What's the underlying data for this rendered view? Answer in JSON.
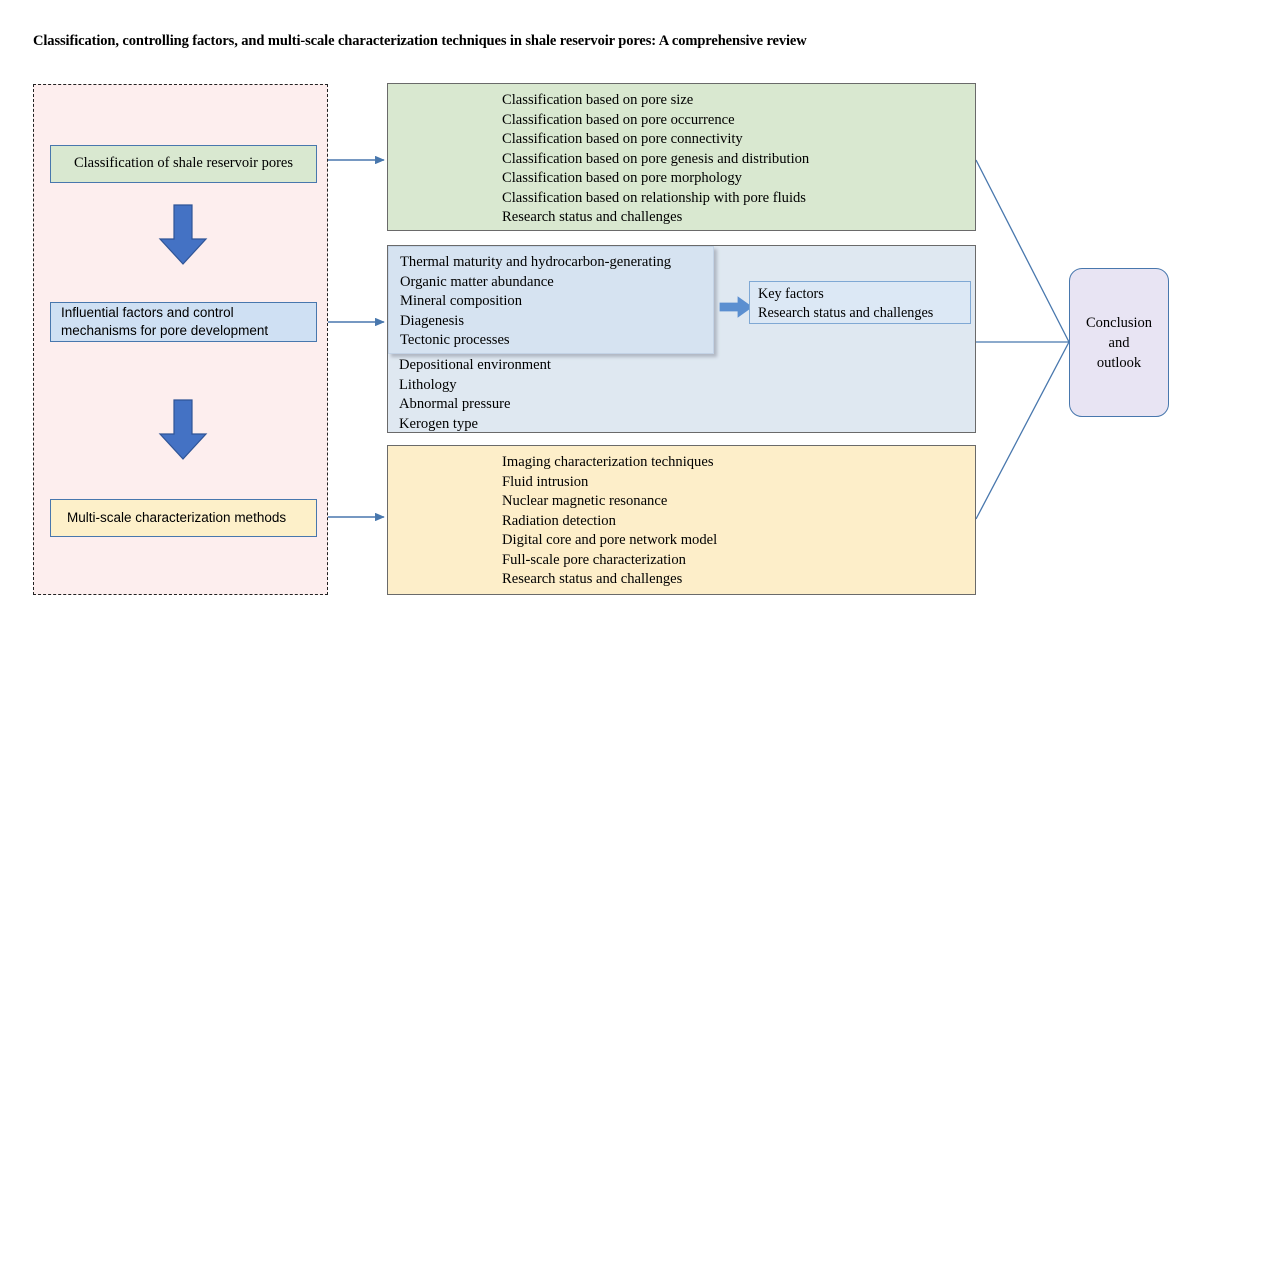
{
  "title": "Classification, controlling factors, and multi-scale characterization techniques in shale reservoir pores: A comprehensive review",
  "colors": {
    "green_fill": "#d9e8d0",
    "blue_fill": "#dfe8f1",
    "blue_subbox_fill": "#d6e3f1",
    "yellow_fill": "#fdeec9",
    "pink_container_fill": "#fdeeee",
    "conclusion_fill": "#e8e4f3",
    "arrow_blue": "#4472c4",
    "connector_blue": "#4877ad",
    "border_gray": "#6a6a6a",
    "dashed_border": "#222222"
  },
  "left_column": {
    "container_style": "dashed",
    "stages": [
      {
        "id": "classification",
        "label": "Classification of shale reservoir pores",
        "fill": "#d9e8d0"
      },
      {
        "id": "influential",
        "label": "Influential factors and control mechanisms for pore development",
        "fill": "#cfe0f3"
      },
      {
        "id": "multiscale",
        "label": "Multi-scale characterization methods",
        "fill": "#fdf0c9"
      }
    ],
    "arrows": [
      {
        "id": "down-arrow-1",
        "direction": "down"
      },
      {
        "id": "down-arrow-2",
        "direction": "down"
      }
    ]
  },
  "panels": {
    "classification": {
      "id": "panel-classification",
      "fill": "#d9e8d0",
      "items": [
        "Classification based on pore size",
        "Classification based on pore occurrence",
        "Classification based on pore connectivity",
        "Classification based on pore genesis and distribution",
        "Classification based on pore morphology",
        "Classification based on relationship with pore fluids",
        "Research status and challenges"
      ]
    },
    "factors": {
      "id": "panel-factors",
      "fill": "#dfe8f1",
      "sub_box_items": [
        "Thermal maturity and hydrocarbon-generating",
        "Organic matter abundance",
        "Mineral composition",
        "Diagenesis",
        "Tectonic processes"
      ],
      "outer_items": [
        "Depositional environment",
        "Lithology",
        "Abnormal pressure",
        "Kerogen type"
      ]
    },
    "methods": {
      "id": "panel-methods",
      "fill": "#fdeec9",
      "items": [
        "Imaging characterization techniques",
        "Fluid intrusion",
        "Nuclear magnetic resonance",
        "Radiation detection",
        "Digital core and pore network model",
        "Full-scale pore characterization",
        "Research status and challenges"
      ]
    }
  },
  "key_factors_box": {
    "items": [
      "Key factors",
      "Research status and challenges"
    ]
  },
  "conclusion_box": {
    "lines": [
      "Conclusion",
      "and",
      "outlook"
    ]
  }
}
